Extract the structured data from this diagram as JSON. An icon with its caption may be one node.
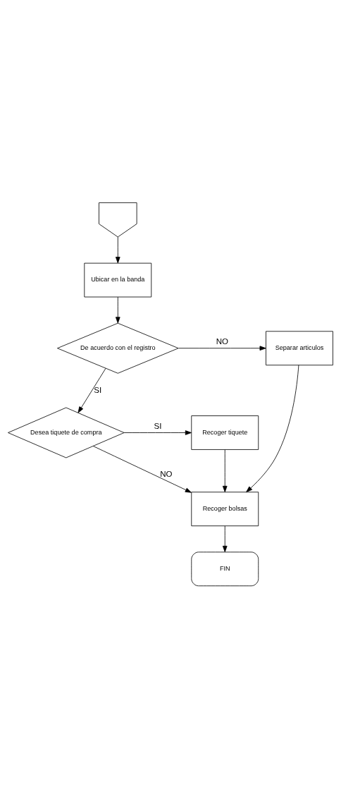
{
  "diagram": {
    "nodes": [
      {
        "text": [],
        "shape": "pentagon"
      },
      {
        "text": [
          "Ubicar en la banda"
        ]
      },
      {
        "text": [
          "De acuerdo con el registro"
        ]
      },
      {
        "text": [
          "Separar articulos"
        ]
      },
      {
        "text": [
          "Desea tiquete de compra"
        ]
      },
      {
        "text": [
          "Recoger tiquete"
        ]
      },
      {
        "text": [
          "Recoger bolsas"
        ]
      },
      {
        "text": [
          "FIN"
        ]
      }
    ],
    "edges": [
      {
        "from": 0,
        "to": 1,
        "arrow": "to"
      },
      {
        "from": 1,
        "to": 2,
        "arrow": "to"
      },
      {
        "from": 2,
        "to": 3,
        "label": "NO",
        "arrow": "to"
      },
      {
        "from": 2,
        "to": 4,
        "label": "SI",
        "arrow": "to"
      },
      {
        "from": 4,
        "to": 5,
        "label": "SI",
        "arrow": "to"
      },
      {
        "from": 4,
        "to": 6,
        "label": "NO",
        "arrow": "to"
      },
      {
        "from": 5,
        "to": 6,
        "arrow": "to"
      },
      {
        "from": 3,
        "to": 6,
        "arrow": "to"
      },
      {
        "from": 6,
        "to": 7,
        "arrow": "to"
      }
    ]
  }
}
